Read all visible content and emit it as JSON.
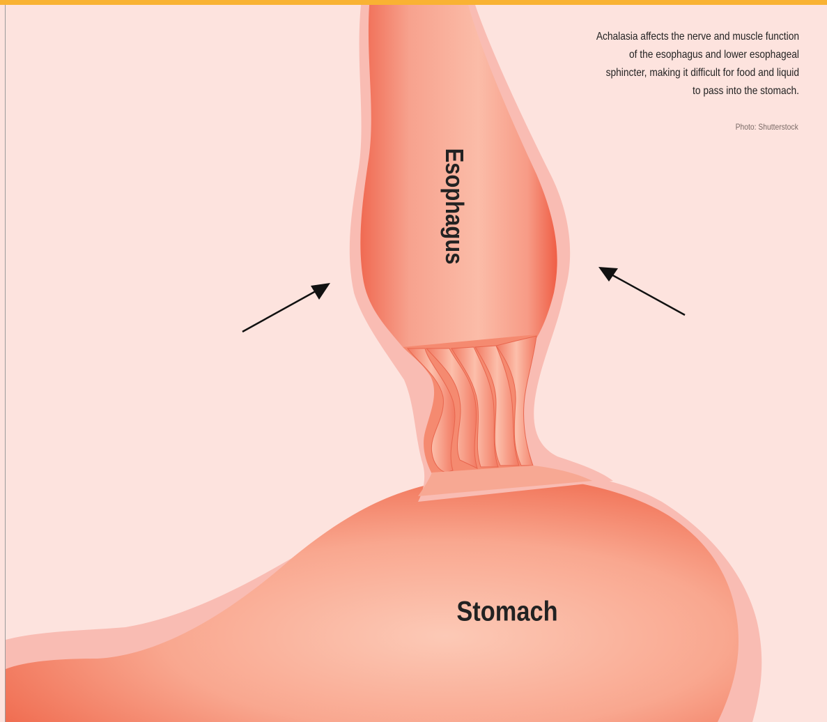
{
  "caption": {
    "text": "Achalasia affects the nerve and muscle function of the esophagus and lower esophageal sphincter, making it difficult for food and liquid to pass into the stomach.",
    "credit": "Photo: Shutterstock"
  },
  "labels": {
    "esophagus": "Esophagus",
    "stomach": "Stomach"
  },
  "colors": {
    "background": "#fde3de",
    "accent_bar": "#f9b233",
    "tissue_outer": "#f9bcb3",
    "tissue_main": "#f47a5f",
    "tissue_light": "#fbc1ad",
    "text": "#222222"
  }
}
